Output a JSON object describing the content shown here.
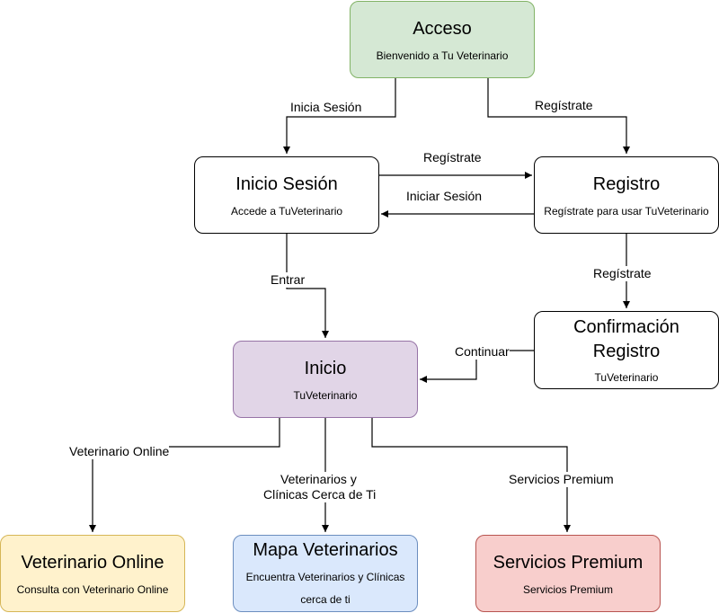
{
  "colors": {
    "acceso_fill": "#d5e8d4",
    "acceso_border": "#82b366",
    "inicio_fill": "#e1d5e7",
    "inicio_border": "#9673a6",
    "online_fill": "#fff2cc",
    "online_border": "#d6b656",
    "mapa_fill": "#dae8fc",
    "mapa_border": "#6c8ebf",
    "premium_fill": "#f8cecc",
    "premium_border": "#b85450",
    "plain_fill": "#ffffff",
    "plain_border": "#000000"
  },
  "nodes": {
    "acceso": {
      "title": "Acceso",
      "subtitle": "Bienvenido a Tu Veterinario"
    },
    "inicio_sesion": {
      "title": "Inicio Sesión",
      "subtitle": "Accede a TuVeterinario"
    },
    "registro": {
      "title": "Registro",
      "subtitle": "Regístrate para usar TuVeterinario"
    },
    "confirmacion": {
      "title_line1": "Confirmación",
      "title_line2": "Registro",
      "subtitle": "TuVeterinario"
    },
    "inicio": {
      "title": "Inicio",
      "subtitle": "TuVeterinario"
    },
    "online": {
      "title": "Veterinario Online",
      "subtitle": "Consulta con Veterinario Online"
    },
    "mapa": {
      "title": "Mapa Veterinarios",
      "subtitle_line1": "Encuentra Veterinarios y Clínicas",
      "subtitle_line2": "cerca de ti"
    },
    "premium": {
      "title": "Servicios Premium",
      "subtitle": "Servicios Premium"
    }
  },
  "edges": {
    "inicia_sesion": "Inicia Sesión",
    "registrate_top": "Regístrate",
    "registrate_mid": "Regístrate",
    "iniciar_sesion": "Iniciar Sesión",
    "entrar": "Entrar",
    "registrate_down": "Regístrate",
    "continuar": "Continuar",
    "vet_online": "Veterinario Online",
    "cerca_line1": "Veterinarios y",
    "cerca_line2": "Clínicas Cerca de Ti",
    "premium": "Servicios Premium"
  }
}
